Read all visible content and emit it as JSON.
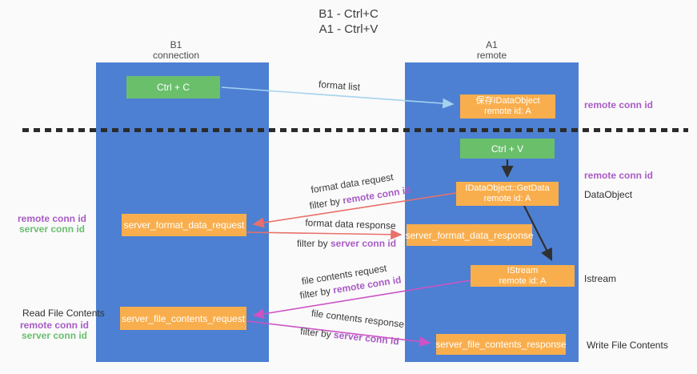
{
  "title": {
    "line1": "B1 - Ctrl+C",
    "line2": "A1 - Ctrl+V"
  },
  "lanes": {
    "left": {
      "name": "B1",
      "role": "connection"
    },
    "right": {
      "name": "A1",
      "role": "remote"
    }
  },
  "boxes": {
    "ctrl_c": {
      "label": "Ctrl + C"
    },
    "ctrl_v": {
      "label": "Ctrl + V"
    },
    "save_dataobject": {
      "line1": "保存IDataObject",
      "line2": "remote id: A"
    },
    "getdata": {
      "line1": "IDataObject::GetData",
      "line2": "remote id: A"
    },
    "istream": {
      "line1": "IStream",
      "line2": "remote id: A"
    },
    "format_request": {
      "label": "server_format_data_request"
    },
    "format_response": {
      "label": "server_format_data_response"
    },
    "file_request": {
      "label": "server_file_contents_request"
    },
    "file_response": {
      "label": "server_file_contents_response"
    }
  },
  "flows": {
    "format_list": {
      "label": "format list"
    },
    "format_data_request": {
      "label": "format data request",
      "filter_prefix": "filter by ",
      "filter_key": "remote conn id"
    },
    "format_data_response": {
      "label": "format data response",
      "filter_prefix": "filter by ",
      "filter_key": "server conn id"
    },
    "file_contents_request": {
      "label": "file contents request",
      "filter_prefix": "filter by ",
      "filter_key": "remote conn id"
    },
    "file_contents_response": {
      "label": "file contents response",
      "filter_prefix": "filter by ",
      "filter_key": "server conn id"
    }
  },
  "annotations": {
    "right_top_remote_conn_id": "remote conn id",
    "right_mid_remote_conn_id": "remote conn id",
    "dataobject": "DataObject",
    "istream": "Istream",
    "write_file_contents": "Write File Contents",
    "left_mid_remote_conn_id": "remote conn id",
    "left_mid_server_conn_id": "server conn id",
    "read_file_contents": "Read File Contents",
    "left_bot_remote_conn_id": "remote conn id",
    "left_bot_server_conn_id": "server conn id"
  },
  "colors": {
    "lane_blue": "#4d80d2",
    "box_green": "#6abf6b",
    "box_orange": "#f9ae4d",
    "purple_text": "#a85cc5",
    "green_text": "#6abe6e",
    "arrow_blue": "#a5d2ef",
    "arrow_red": "#e8706b",
    "arrow_magenta": "#cc53c6",
    "arrow_black": "#303030"
  }
}
